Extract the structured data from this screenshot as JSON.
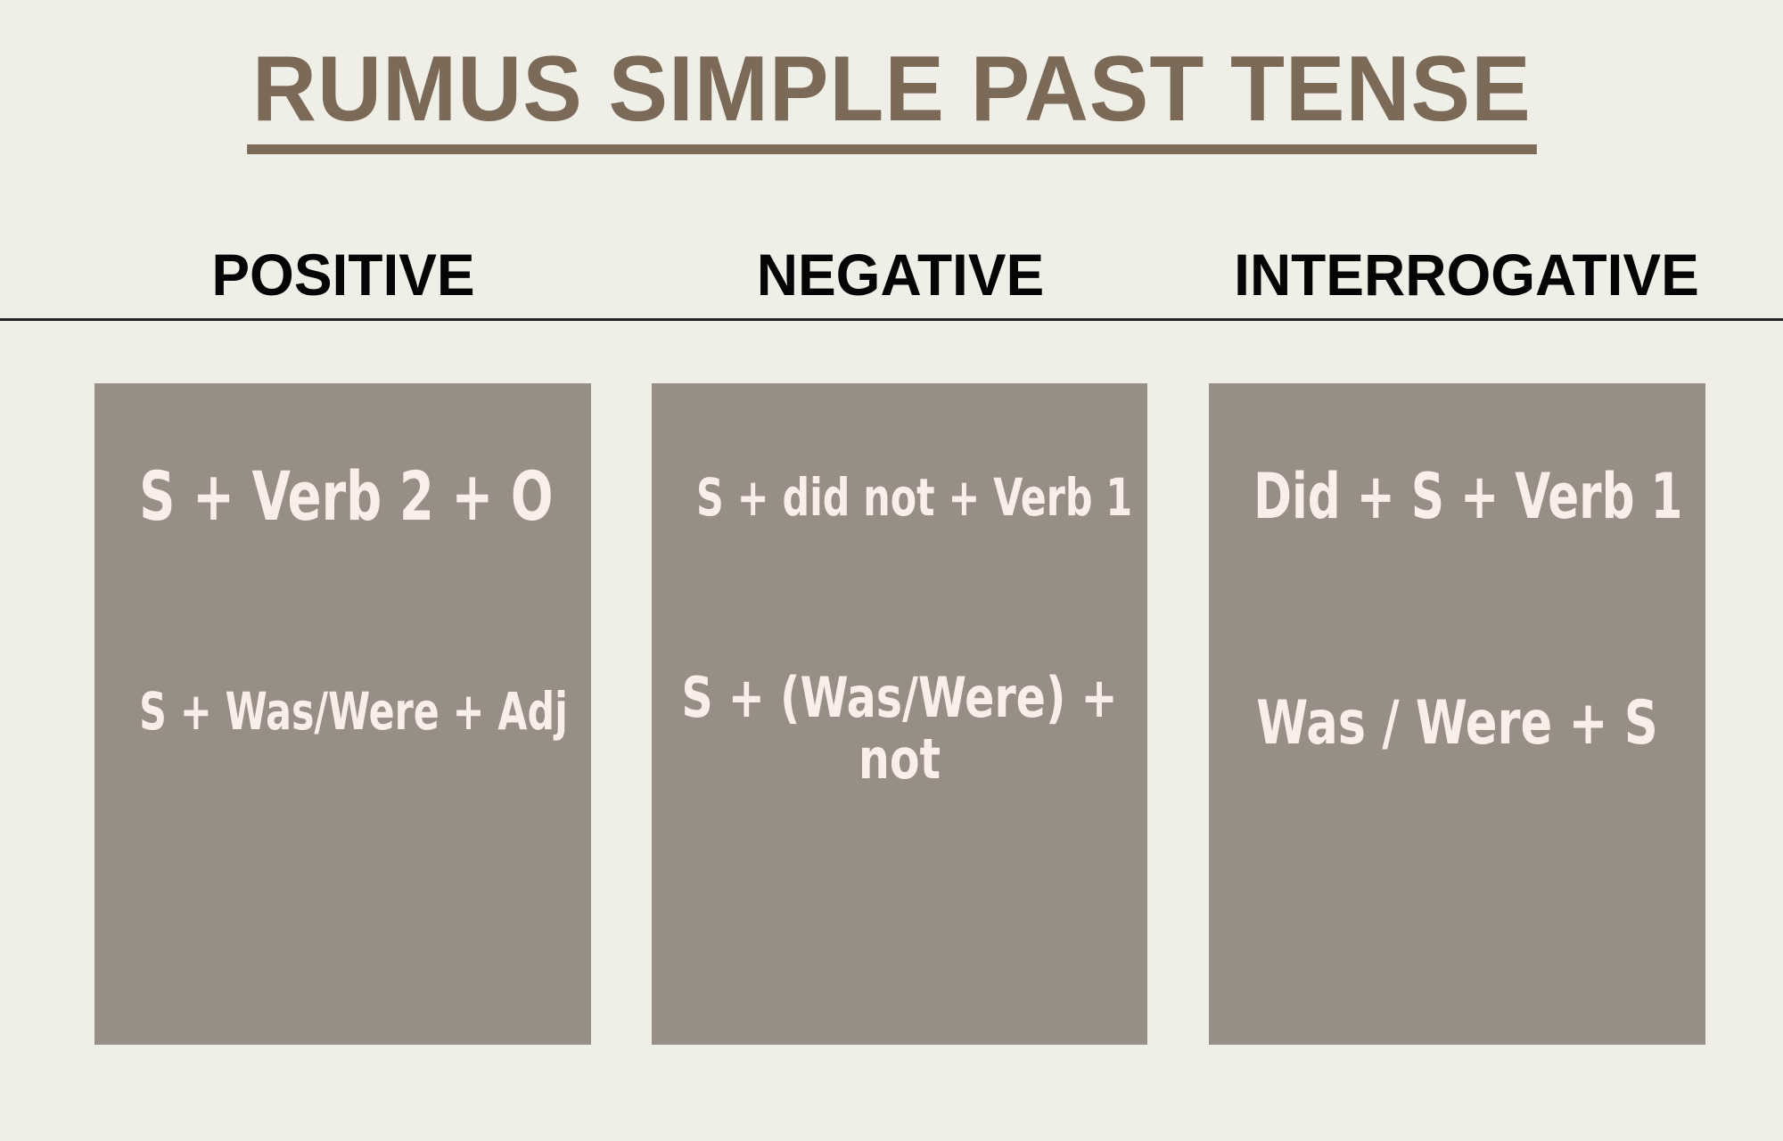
{
  "page": {
    "background_color": "#f0efe7",
    "title": "RUMUS SIMPLE PAST TENSE",
    "title_color": "#7b6a58"
  },
  "columns": [
    {
      "header": "POSITIVE",
      "header_color": "#050505",
      "box_color": "#978e85",
      "text_color": "#fbeeea",
      "formulas": [
        "S + Verb 2 + O",
        "S + Was/Were + Adj"
      ]
    },
    {
      "header": "NEGATIVE",
      "header_color": "#050505",
      "box_color": "#978e85",
      "text_color": "#fbeeea",
      "formulas": [
        "S + did not + Verb 1",
        "S + (Was/Were) + not"
      ]
    },
    {
      "header": "INTERROGATIVE",
      "header_color": "#050505",
      "box_color": "#978e85",
      "text_color": "#fbeeea",
      "formulas": [
        "Did + S + Verb 1",
        "Was / Were + S"
      ]
    }
  ],
  "divider": {
    "color": "#262626"
  }
}
